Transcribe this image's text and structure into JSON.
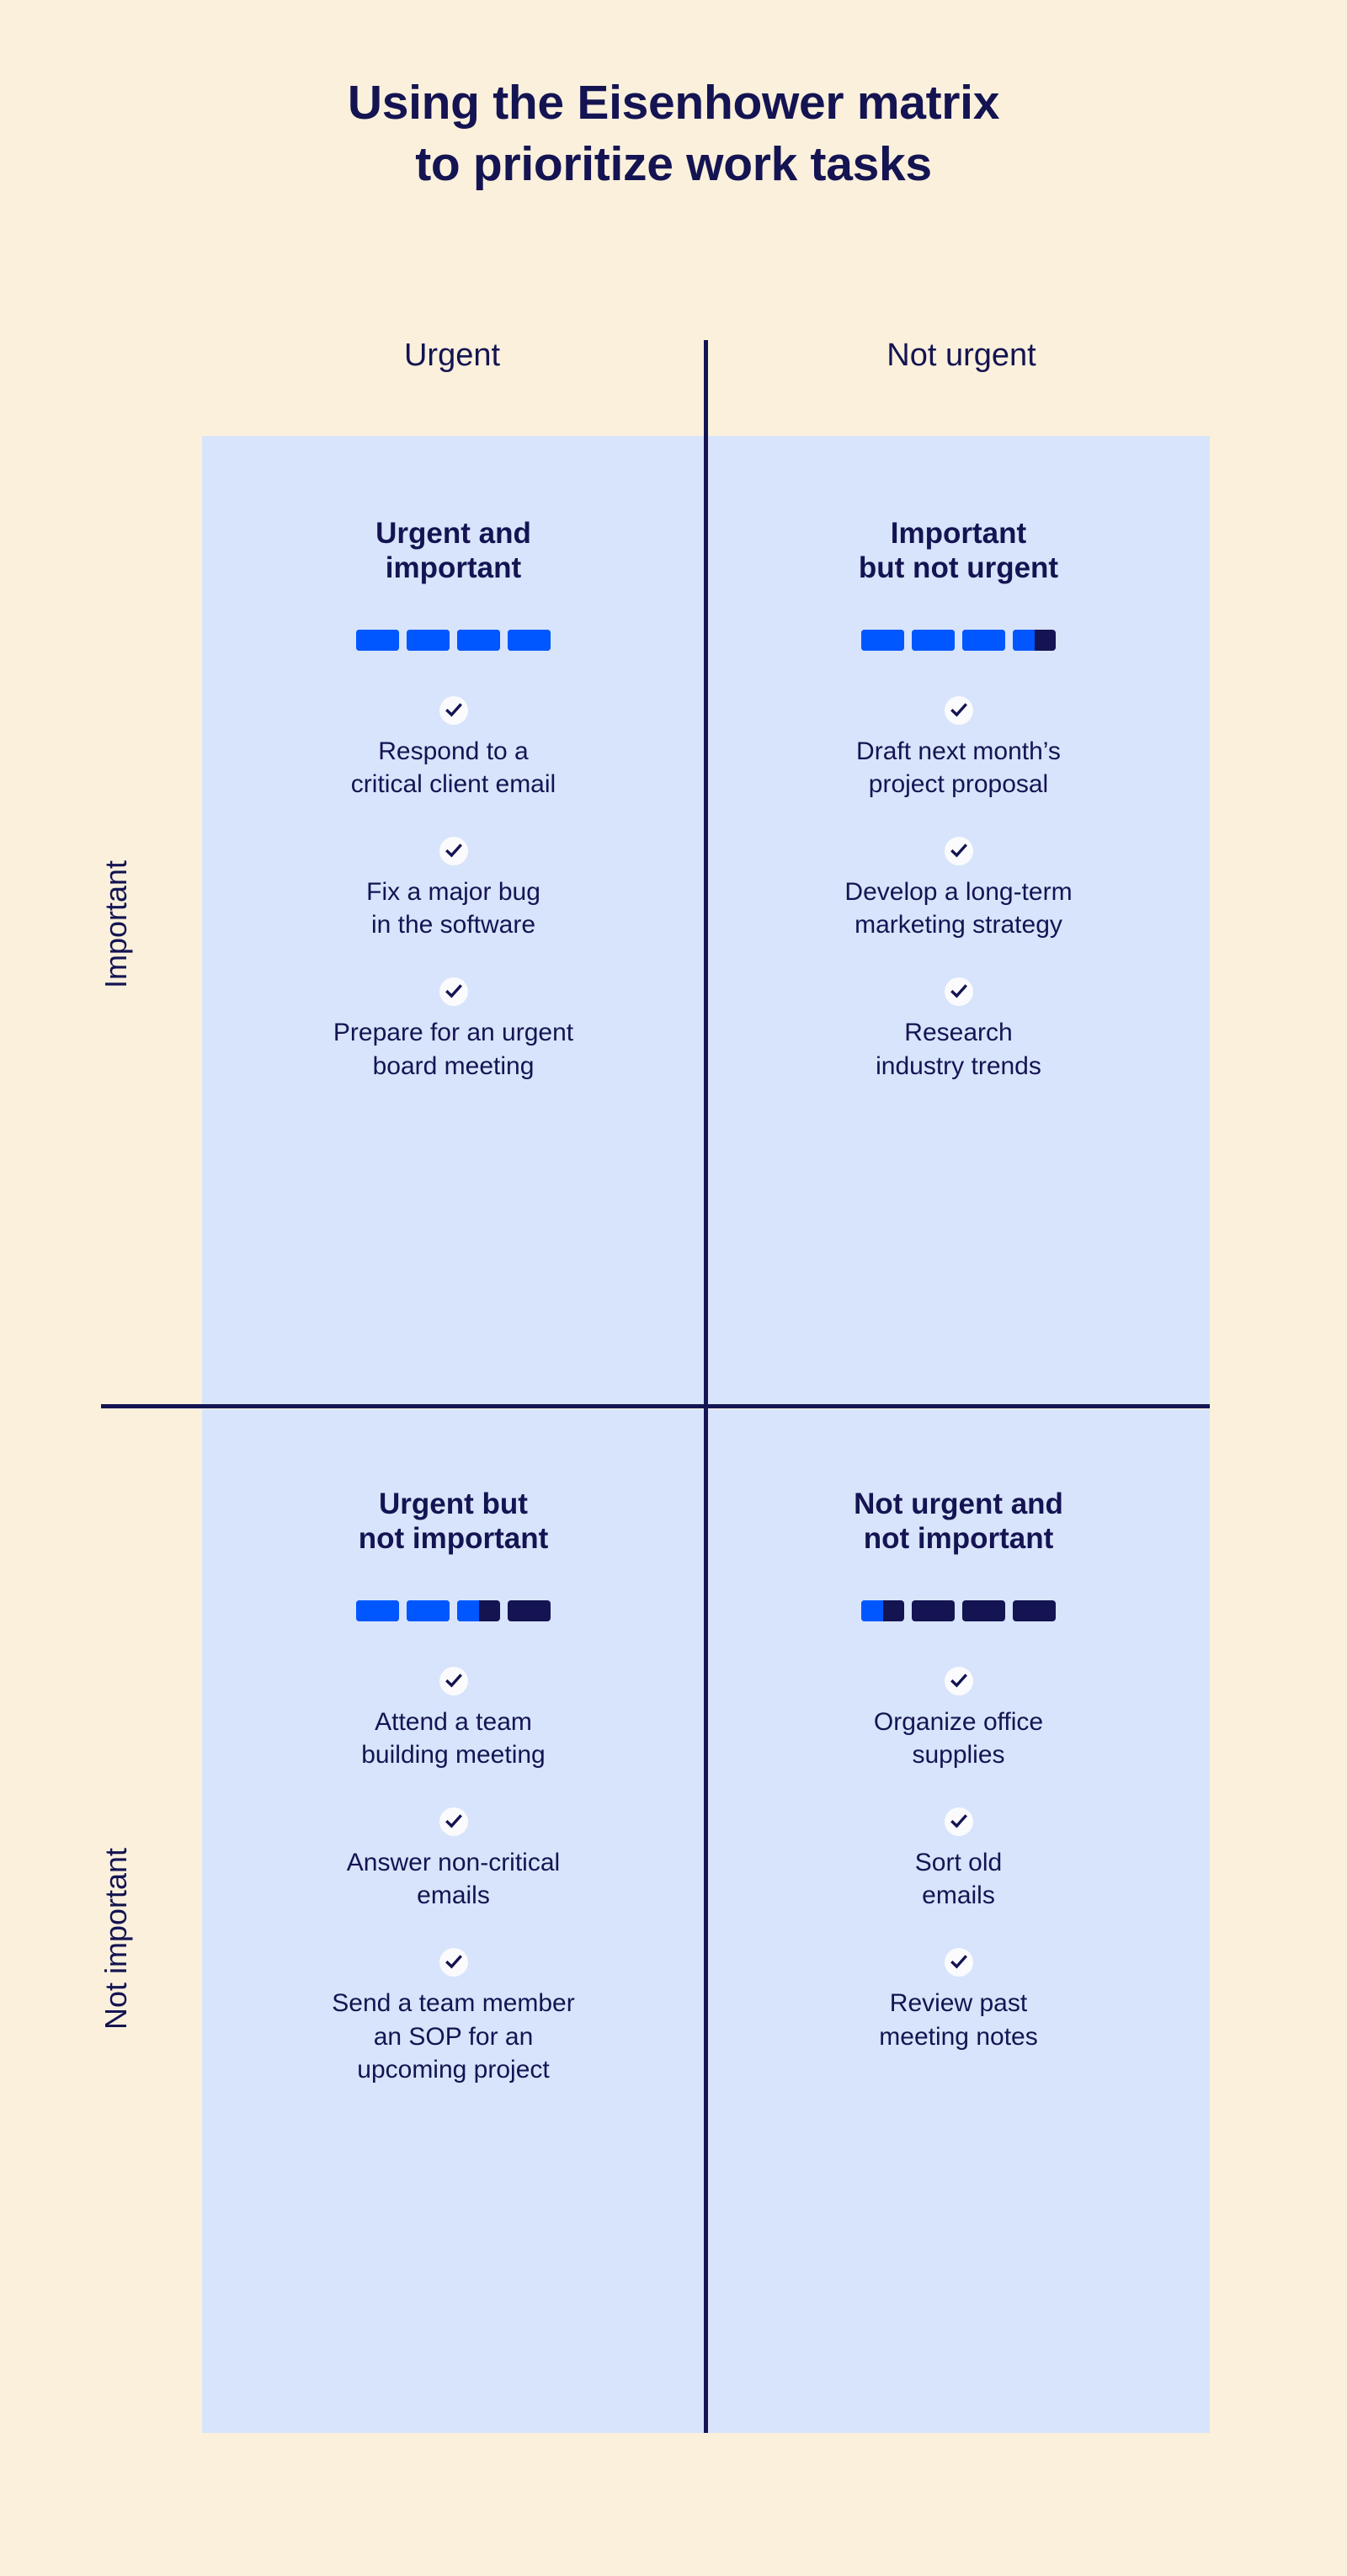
{
  "colors": {
    "page_background": "#faf0dc",
    "quadrant_background": "#d7e4fb",
    "ink": "#141452",
    "accent_blue": "#0057ff",
    "check_circle": "#fbfbfd"
  },
  "title": {
    "line1": "Using the Eisenhower matrix",
    "line2": "to prioritize work tasks"
  },
  "axes": {
    "columns": [
      {
        "label": "Urgent"
      },
      {
        "label": "Not urgent"
      }
    ],
    "rows": [
      {
        "label": "Important"
      },
      {
        "label": "Not important"
      }
    ]
  },
  "quadrants": [
    {
      "id": "urgent-important",
      "title_line1": "Urgent and",
      "title_line2": "important",
      "priority_total": 4,
      "priority_filled": 4,
      "priority_segments": [
        1,
        1,
        1,
        1
      ],
      "tasks": [
        {
          "line1": "Respond to a",
          "line2": "critical client email",
          "line3": ""
        },
        {
          "line1": "Fix a major bug",
          "line2": "in the software",
          "line3": ""
        },
        {
          "line1": "Prepare for an urgent",
          "line2": "board meeting",
          "line3": ""
        }
      ]
    },
    {
      "id": "important-not-urgent",
      "title_line1": "Important",
      "title_line2": "but not urgent",
      "priority_total": 4,
      "priority_filled": 3.5,
      "priority_segments": [
        1,
        1,
        1,
        0.5
      ],
      "tasks": [
        {
          "line1": "Draft next month’s",
          "line2": "project proposal",
          "line3": ""
        },
        {
          "line1": "Develop a long-term",
          "line2": "marketing strategy",
          "line3": ""
        },
        {
          "line1": "Research",
          "line2": "industry trends",
          "line3": ""
        }
      ]
    },
    {
      "id": "urgent-not-important",
      "title_line1": "Urgent but",
      "title_line2": "not important",
      "priority_total": 4,
      "priority_filled": 2.5,
      "priority_segments": [
        1,
        1,
        0.5,
        0
      ],
      "tasks": [
        {
          "line1": "Attend a team",
          "line2": "building meeting",
          "line3": ""
        },
        {
          "line1": "Answer non-critical",
          "line2": "emails",
          "line3": ""
        },
        {
          "line1": "Send a team member",
          "line2": "an SOP for an",
          "line3": "upcoming project"
        }
      ]
    },
    {
      "id": "not-urgent-not-important",
      "title_line1": "Not urgent and",
      "title_line2": "not important",
      "priority_total": 4,
      "priority_filled": 0.5,
      "priority_segments": [
        0.5,
        0,
        0,
        0
      ],
      "tasks": [
        {
          "line1": "Organize office",
          "line2": "supplies",
          "line3": ""
        },
        {
          "line1": "Sort old",
          "line2": "emails",
          "line3": ""
        },
        {
          "line1": "Review past",
          "line2": "meeting notes",
          "line3": ""
        }
      ]
    }
  ]
}
